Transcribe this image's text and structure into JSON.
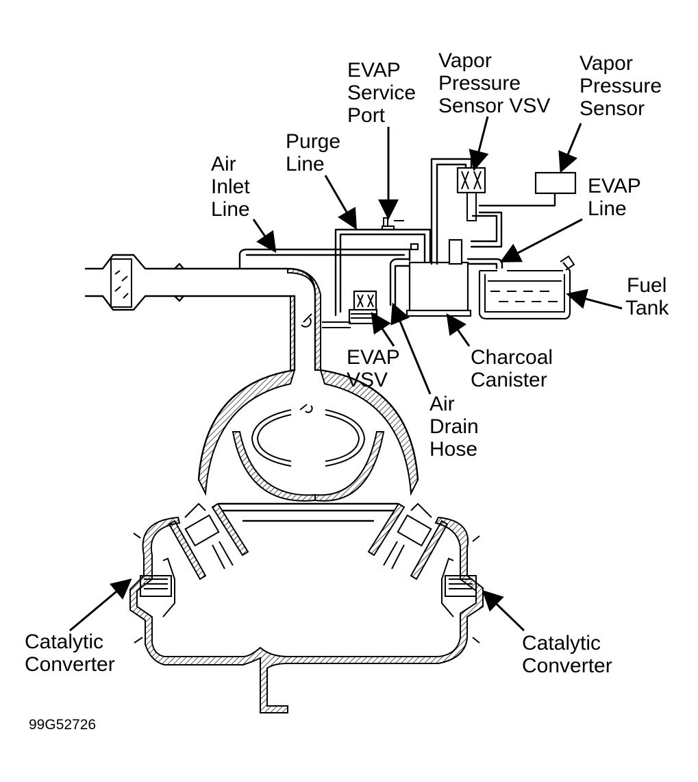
{
  "labels": {
    "evap_service_port": [
      "EVAP",
      "Service",
      "Port"
    ],
    "vapor_pressure_sensor_vsv": [
      "Vapor",
      "Pressure",
      "Sensor VSV"
    ],
    "vapor_pressure_sensor": [
      "Vapor",
      "Pressure",
      "Sensor"
    ],
    "purge_line": [
      "Purge",
      "Line"
    ],
    "air_inlet_line": [
      "Air",
      "Inlet",
      "Line"
    ],
    "evap_line": [
      "EVAP",
      "Line"
    ],
    "fuel_tank": [
      "Fuel",
      "Tank"
    ],
    "evap_vsv": [
      "EVAP",
      "VSV"
    ],
    "charcoal_canister": [
      "Charcoal",
      "Canister"
    ],
    "air_drain_hose": [
      "Air",
      "Drain",
      "Hose"
    ],
    "catalytic_converter_left": [
      "Catalytic",
      "Converter"
    ],
    "catalytic_converter_right": [
      "Catalytic",
      "Converter"
    ]
  },
  "figure_code": "99G52726"
}
